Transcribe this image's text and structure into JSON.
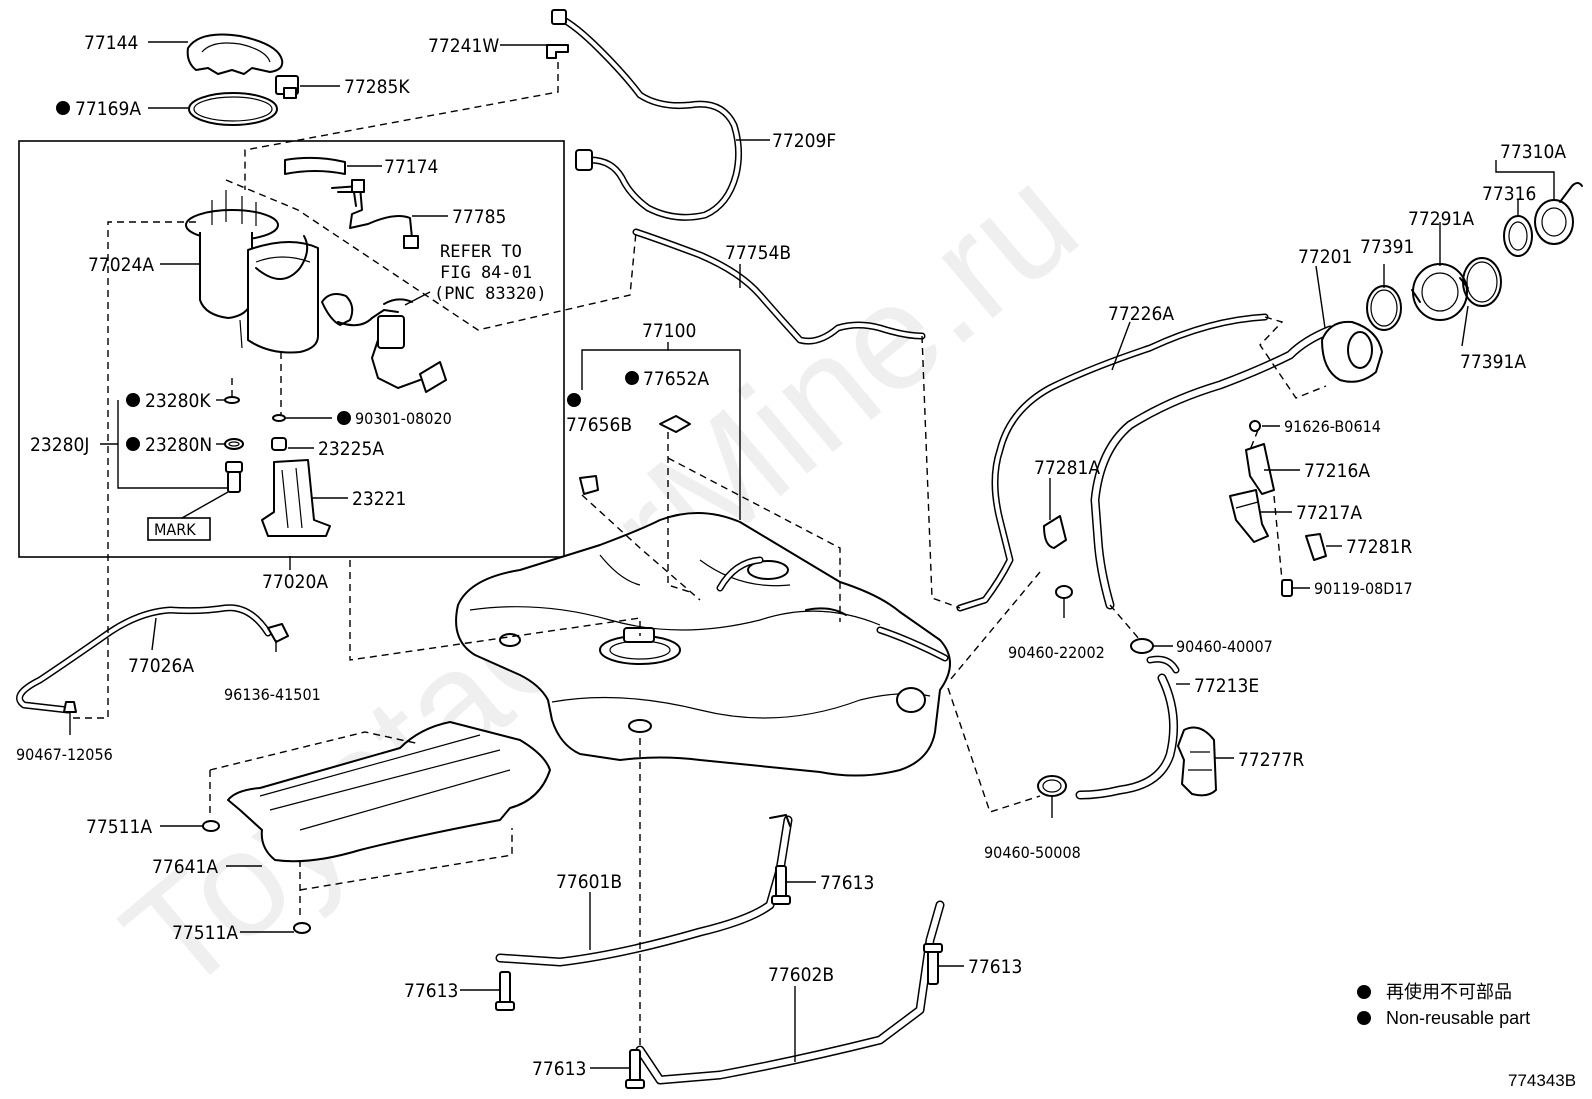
{
  "watermark": "ToyotaCarMine.ru",
  "diagram_code": "774343B",
  "legend": {
    "items": [
      {
        "symbol": "bullet",
        "text": "再使用不可部品"
      },
      {
        "symbol": "bullet",
        "text": "Non-reusable part"
      }
    ]
  },
  "refer_note": {
    "line1": "REFER TO",
    "line2": "FIG 84-01",
    "line3": "(PNC 83320)"
  },
  "mark_label": "MARK",
  "parts": {
    "p77144": "77144",
    "p77285K": "77285K",
    "p77169A": "77169A",
    "p77241W": "77241W",
    "p77209F": "77209F",
    "p77174": "77174",
    "p77785": "77785",
    "p77024A": "77024A",
    "p23280K": "23280K",
    "p23280J": "23280J",
    "p23280N": "23280N",
    "p90301_08020": "90301-08020",
    "p23225A": "23225A",
    "p23221": "23221",
    "p77020A": "77020A",
    "p77026A": "77026A",
    "p96136_41501": "96136-41501",
    "p90467_12056": "90467-12056",
    "p77754B": "77754B",
    "p77100": "77100",
    "p77652A": "77652A",
    "p77656B": "77656B",
    "p77226A": "77226A",
    "p77201": "77201",
    "p77391": "77391",
    "p77291A": "77291A",
    "p77316": "77316",
    "p77310A": "77310A",
    "p77391A": "77391A",
    "p91626_B0614": "91626-B0614",
    "p77216A": "77216A",
    "p77281A": "77281A",
    "p77217A": "77217A",
    "p77281R": "77281R",
    "p90119_08D17": "90119-08D17",
    "p90460_22002": "90460-22002",
    "p90460_40007": "90460-40007",
    "p77213E": "77213E",
    "p77277R": "77277R",
    "p90460_50008": "90460-50008",
    "p77511A_1": "77511A",
    "p77641A": "77641A",
    "p77511A_2": "77511A",
    "p77601B": "77601B",
    "p77613_1": "77613",
    "p77613_2": "77613",
    "p77613_3": "77613",
    "p77613_4": "77613",
    "p77602B": "77602B"
  }
}
